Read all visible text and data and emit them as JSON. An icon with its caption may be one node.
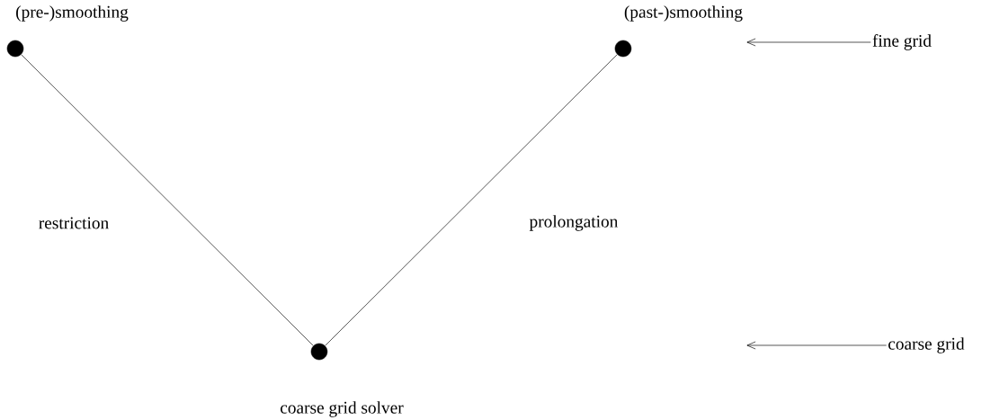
{
  "diagram": {
    "nodes": [
      {
        "text": [],
        "shape": "circle",
        "beside": [
          "(pre-)smoothing"
        ]
      },
      {
        "text": [],
        "shape": "circle",
        "beside": [
          "(past-)smoothing"
        ]
      },
      {
        "text": [],
        "shape": "circle",
        "beside": [
          "coarse grid solver"
        ]
      },
      {
        "text": [
          "fine grid"
        ]
      },
      {
        "text": [
          "coarse grid"
        ]
      }
    ],
    "edges": [
      {
        "from": 0,
        "to": 2,
        "arrow": "none",
        "label": "restriction"
      },
      {
        "from": 2,
        "to": 1,
        "arrow": "none",
        "label": "prolongation"
      },
      {
        "from": 3,
        "to": null,
        "arrow": "to"
      },
      {
        "from": 4,
        "to": null,
        "arrow": "to"
      }
    ]
  }
}
